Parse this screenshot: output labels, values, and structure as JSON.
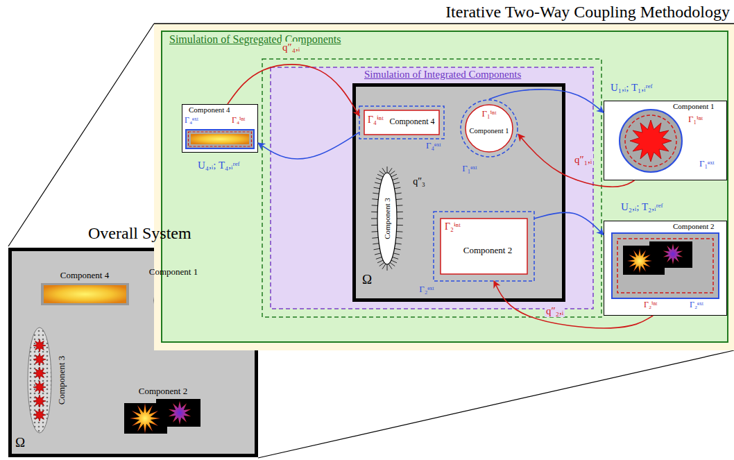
{
  "diagram": {
    "nodes": [
      {
        "text": [
          "Overall System",
          "Ω"
        ]
      },
      {
        "text": [
          "Component 4"
        ],
        "in": 0
      },
      {
        "text": [
          "Component 1"
        ],
        "in": 0
      },
      {
        "text": [
          "Component 3"
        ],
        "in": 0
      },
      {
        "text": [
          "Component 2"
        ],
        "in": 0
      },
      {
        "text": [
          "Iterative Two-Way Coupling Methodology"
        ]
      },
      {
        "text": [
          "Simulation of Segregated Components"
        ],
        "in": 5
      },
      {
        "text": [
          "Simulation of Integrated Components"
        ],
        "in": 6
      },
      {
        "text": [
          "Ω"
        ],
        "in": 7
      },
      {
        "text": [
          "Γ₄ⁱⁿᵗ",
          "Component 4",
          "Γ₄ᵉˣᵗ"
        ],
        "in": 8
      },
      {
        "text": [
          "Γ₁ⁱⁿᵗ",
          "Component 1",
          "Γ₁ᵉˣᵗ"
        ],
        "in": 8
      },
      {
        "text": [
          "Component 3",
          "q″₃"
        ],
        "in": 8
      },
      {
        "text": [
          "Γ₂ⁱⁿᵗ",
          "Component 2",
          "Γ₂ᵉˣᵗ"
        ],
        "in": 8
      },
      {
        "text": [
          "Component 4",
          "Γ₄ᵉˣᵗ",
          "Γ₄ⁱⁿᵗ"
        ],
        "in": 6
      },
      {
        "text": [
          "Component 1",
          "Γ₁ⁱⁿᵗ",
          "Γ₁ᵉˣᵗ"
        ],
        "in": 6
      },
      {
        "text": [
          "Component 2",
          "Γ₂ⁱⁿᵗ",
          "Γ₂ᵉˣᵗ"
        ],
        "in": 6
      }
    ],
    "edges": [
      {
        "from": 13,
        "to": 9,
        "label": "q″₄,ᵢ",
        "arrow": "to"
      },
      {
        "from": 9,
        "to": 13,
        "label": "U₄,ᵢ; T₄,ᵢʳᵉᶠ",
        "arrow": "to"
      },
      {
        "from": 10,
        "to": 14,
        "label": "U₁,ᵢ; T₁,ᵢʳᵉᶠ",
        "arrow": "to"
      },
      {
        "from": 14,
        "to": 10,
        "label": "q″₁,ᵢ",
        "arrow": "to"
      },
      {
        "from": 12,
        "to": 15,
        "label": "U₂,ᵢ; T₂,ᵢʳᵉᶠ",
        "arrow": "to"
      },
      {
        "from": 15,
        "to": 12,
        "label": "q″₂,ᵢ",
        "arrow": "to"
      }
    ]
  }
}
